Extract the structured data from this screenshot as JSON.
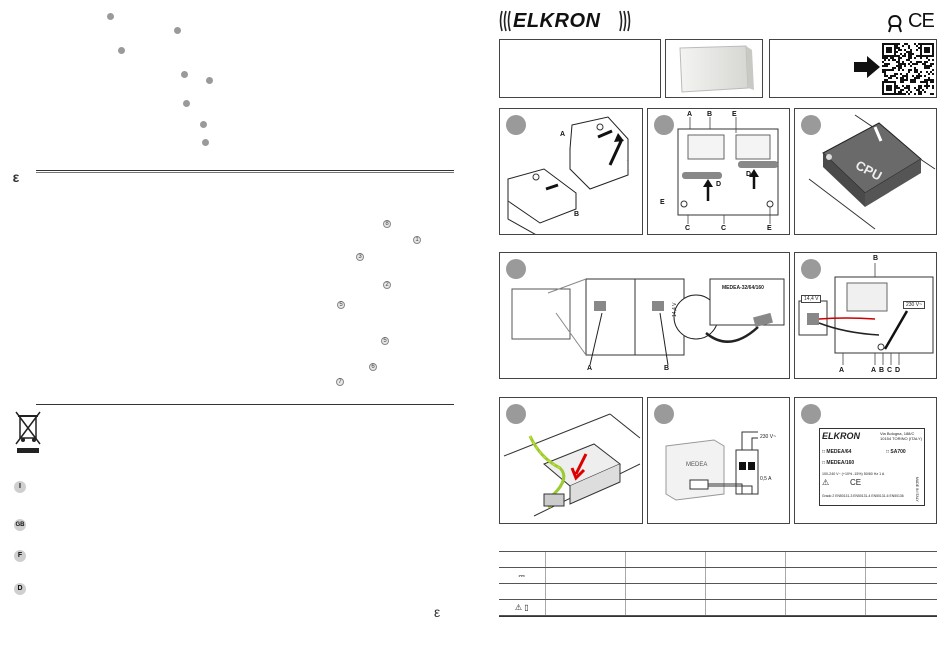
{
  "brand": {
    "logo_text": "ELKRON",
    "marks": [
      "recycle-mark",
      "ce-mark"
    ],
    "ce_text": "CE"
  },
  "left_column": {
    "step_refs": [
      {
        "text": "8"
      },
      {
        "text": "1"
      },
      {
        "text": "3"
      },
      {
        "text": "2"
      },
      {
        "text": "5"
      },
      {
        "text": "5"
      },
      {
        "text": "6"
      },
      {
        "text": "7"
      }
    ],
    "waste_note_mark": "ε",
    "languages": [
      "I",
      "GB",
      "F",
      "D"
    ],
    "end_mark": "ε"
  },
  "top_row": {
    "qr_arrow": "arrow-right-icon"
  },
  "steps": {
    "step1": {
      "labels": [
        "A",
        "B"
      ]
    },
    "step2": {
      "labels": [
        "A",
        "B",
        "E",
        "D",
        "D",
        "E",
        "C",
        "C",
        "E"
      ]
    },
    "step3": {
      "cpu_label": "CPU"
    },
    "step4": {
      "board_label": "MEDEA-32/64/160",
      "labels": [
        "A",
        "B"
      ],
      "vertical_text": "14,4 V"
    },
    "step5": {
      "labels": [
        "B",
        "A",
        "A",
        "B",
        "C",
        "D"
      ],
      "left_box": "14,4 V",
      "right_box": "230 V~"
    },
    "step6": {},
    "step7": {
      "box_label": "MEDEA",
      "top_label": "230 V~",
      "breaker_label": "0,5 A"
    },
    "step8": {
      "brand": "ELKRON",
      "address_1": "Via Bologna, 188/C",
      "address_2": "10154 TORINO (ITALY)",
      "opt1": "MEDEA/64",
      "opt2": "SA700",
      "opt3": "MEDEA/160",
      "spec1": "100-240 V~ (+10% -15%) 50/60 Hz 1 A",
      "spec2": "Grado 2  EN50131-3  EN50131-4  EN50131-6  EN50136",
      "side": "MADE IN ITALY",
      "ce": "CE"
    }
  },
  "spec_table": {
    "rows": [
      {
        "icon": "dc-symbol"
      },
      {
        "icon": ""
      },
      {
        "icon": "warning-manual-symbols"
      }
    ]
  }
}
